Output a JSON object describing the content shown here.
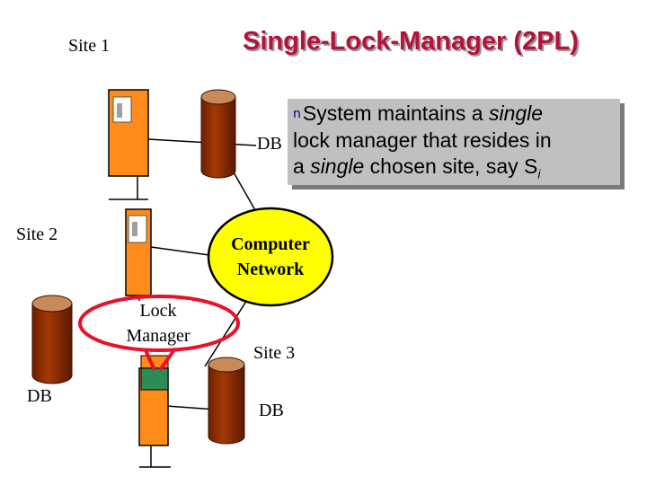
{
  "title": "Single-Lock-Manager (2PL)",
  "callout": {
    "bullet": "n",
    "line1_prefix": "System maintains a ",
    "line1_italic": "single",
    "line2": "lock manager that resides in",
    "line3_prefix": "a ",
    "line3_italic": "single",
    "line3_mid": " chosen site, say S",
    "line3_sub": "i"
  },
  "labels": {
    "site1": "Site 1",
    "site2": "Site 2",
    "site3": "Site 3",
    "db_site1": "DB",
    "db_site2": "DB",
    "db_site3": "DB",
    "network_line1": "Computer",
    "network_line2": "Network",
    "lock_manager_line1": "Lock",
    "lock_manager_line2": "Manager"
  },
  "colors": {
    "title": "#b3123a",
    "computer_tower": "#ff8c1a",
    "database": "#8b2a00",
    "network_fill": "#ffff00",
    "highlight_ring": "#e8102a",
    "lock_manager_box": "#2e8b57",
    "callout_bg": "#c0c0c0"
  }
}
